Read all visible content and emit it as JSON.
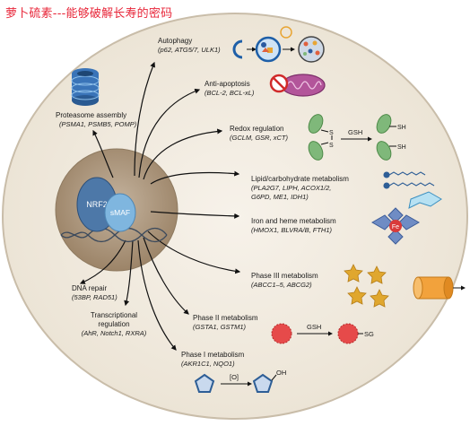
{
  "watermark": "萝卜硫素---能够破解长寿的密码",
  "nucleus": {
    "nrf2": "NRF2",
    "smaf": "sMAF"
  },
  "pathways": {
    "autophagy": {
      "title": "Autophagy",
      "genes": "(p62, ATG5/7, ULK1)"
    },
    "anti_apoptosis": {
      "title": "Anti-apoptosis",
      "genes": "(BCL-2, BCL-xL)"
    },
    "redox": {
      "title": "Redox regulation",
      "genes": "(GCLM, GSR, xCT)",
      "gsh": "GSH",
      "s_top": "S",
      "s_bottom": "S",
      "sh_top": "SH",
      "sh_bottom": "SH"
    },
    "lipid": {
      "title": "Lipid/carbohydrate metabolism",
      "genes_line1": "(PLA2G7, LIPH, ACOX1/2,",
      "genes_line2": "G6PD, ME1, IDH1)"
    },
    "iron": {
      "title": "Iron and heme metabolism",
      "genes": "(HMOX1, BLVRA/B, FTH1)",
      "fe": "Fe"
    },
    "phase3": {
      "title": "Phase III metabolism",
      "genes": "(ABCC1–5, ABCG2)"
    },
    "phase2": {
      "title": "Phase II metabolism",
      "genes": "(GSTA1, GSTM1)",
      "gsh": "GSH",
      "sg": "SG"
    },
    "phase1": {
      "title": "Phase I metabolism",
      "genes": "(AKR1C1, NQO1)",
      "o": "[O]",
      "oh": "OH"
    },
    "transcription": {
      "line1": "Transcriptional",
      "line2": "regulation",
      "genes": "(AhR, Notch1, RXRA)"
    },
    "dna": {
      "title": "DNA repair",
      "genes": "(53BP, RAD51)"
    },
    "proteasome": {
      "title": "Proteasome assembly",
      "genes": "(PSMA1, PSMB5, POMP)"
    }
  },
  "colors": {
    "cell_fill": "#f0e9dd",
    "nucleus_fill": "#a89278",
    "nrf2": "#4d78a8",
    "smaf": "#7fb6df",
    "protein_green": "#7fb87a",
    "star_yellow": "#e0a72e",
    "red_circle": "#e64a4a",
    "pentagon_blue": "#2e5e96",
    "transporter_orange": "#f2a23c"
  }
}
